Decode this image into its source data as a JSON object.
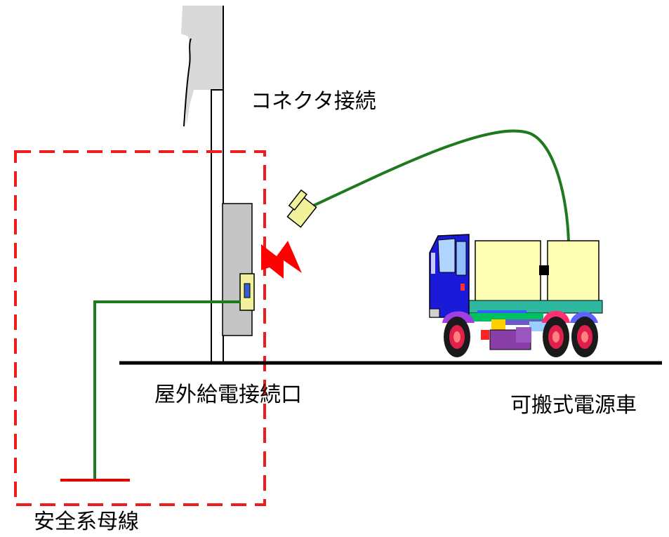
{
  "labels": {
    "connector_connection": "コネクタ接続",
    "outdoor_power_supply_port": "屋外給電接続口",
    "portable_power_vehicle": "可搬式電源車",
    "safety_system_bus": "安全系母線"
  },
  "colors": {
    "ground_line": "#000000",
    "cable_green": "#1f7a1f",
    "boundary_dashed_red": "#ee1c1c",
    "arrow_red": "#ff0000",
    "bus_bar_red": "#e60000",
    "panel_gray": "#c4c4c4",
    "connector_yellow": "#f2f29a",
    "truck_cab_blue": "#1a1ad8",
    "truck_cargo_yellow": "#ffffb3",
    "truck_bed_teal": "#2fb8a0",
    "truck_wheel_red": "#e0204a"
  },
  "icons": {
    "building_wall": "wall-column-icon",
    "supply_panel": "panel-box-icon",
    "cable_plug": "plug-connector-icon",
    "insert_arrow": "red-arrow-icon",
    "truck": "power-truck-icon"
  }
}
